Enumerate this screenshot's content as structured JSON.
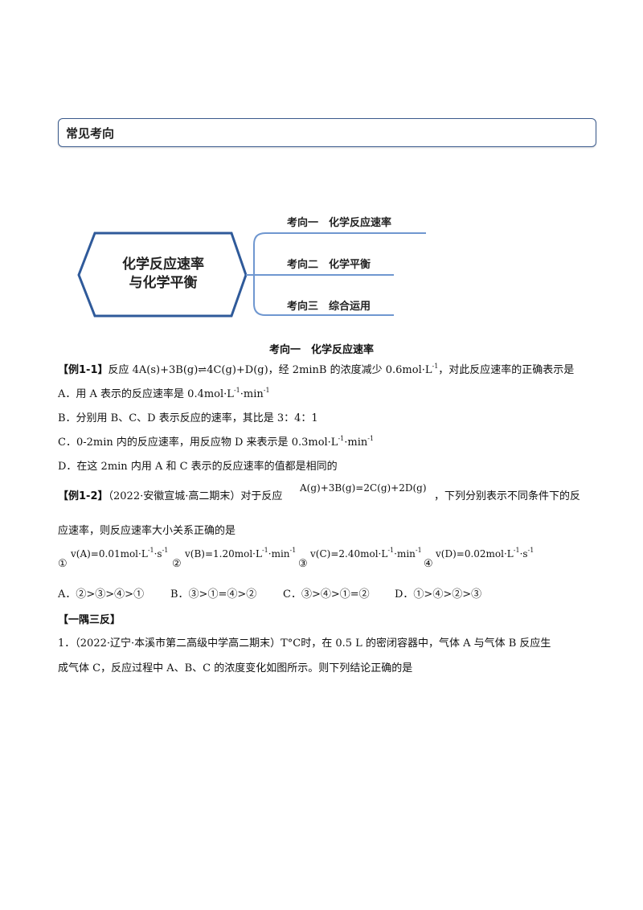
{
  "section_header": "常见考向",
  "mindmap": {
    "center_line1": "化学反应速率",
    "center_line2": "与化学平衡",
    "branches": [
      "考向一　化学反应速率",
      "考向二　化学平衡",
      "考向三　综合运用"
    ]
  },
  "heading": "考向一　化学反应速率",
  "ex1": {
    "tag": "【例1-1】",
    "q_pre": "反应 4A(s)+3B(g)",
    "arrow": "⇌",
    "q_mid": "4C(g)+D(g)，经 2minB 的浓度减少 0.6mol·L",
    "q_sup": "-1",
    "q_post": "，对此反应速率的正确表示是",
    "optA_pre": "A．用 A 表示的反应速率是 0.4mol·L",
    "optA_sup1": "-1",
    "optA_mid": "·min",
    "optA_sup2": "-1",
    "optB": "B．分别用 B、C、D 表示反应的速率，其比是 3：4：1",
    "optC_pre": "C．0-2min 内的反应速率，用反应物 D 来表示是 0.3mol·L",
    "optC_sup1": "-1",
    "optC_mid": "·min",
    "optC_sup2": "-1",
    "optD": "D．在这 2min 内用 A 和 C 表示的反应速率的值都是相同的"
  },
  "ex2": {
    "tag": "【例1-2】",
    "src": "（2022·安徽宣城·高二期末）对于反应",
    "reaction": "A(g)+3B(g)=2C(g)+2D(g)",
    "post": "，下列分别表示不同条件下的反",
    "line2": "应速率，则反应速率大小关系正确的是",
    "items": [
      {
        "num": "①",
        "expr": "v(A)=0.01mol·L",
        "unit_mid": "·s",
        "sup": "-1"
      },
      {
        "num": "②",
        "expr": "v(B)=1.20mol·L",
        "unit_mid": "·min",
        "sup": "-1"
      },
      {
        "num": "③",
        "expr": "v(C)=2.40mol·L",
        "unit_mid": "·min",
        "sup": "-1"
      },
      {
        "num": "④",
        "expr": "v(D)=0.02mol·L",
        "unit_mid": "·s",
        "sup": "-1"
      }
    ],
    "options": [
      "A．②>③>④>①",
      "B．③>①=④>②",
      "C．③>④>①=②",
      "D．①>④>②>③"
    ]
  },
  "yiyu": "【一隅三反】",
  "q1": {
    "line1": "1．（2022·辽宁·本溪市第二高级中学高二期末）T°C时，在 0.5 L 的密闭容器中，气体 A 与气体 B 反应生",
    "line2": "成气体 C，反应过程中 A、B、C 的浓度变化如图所示。则下列结论正确的是"
  }
}
